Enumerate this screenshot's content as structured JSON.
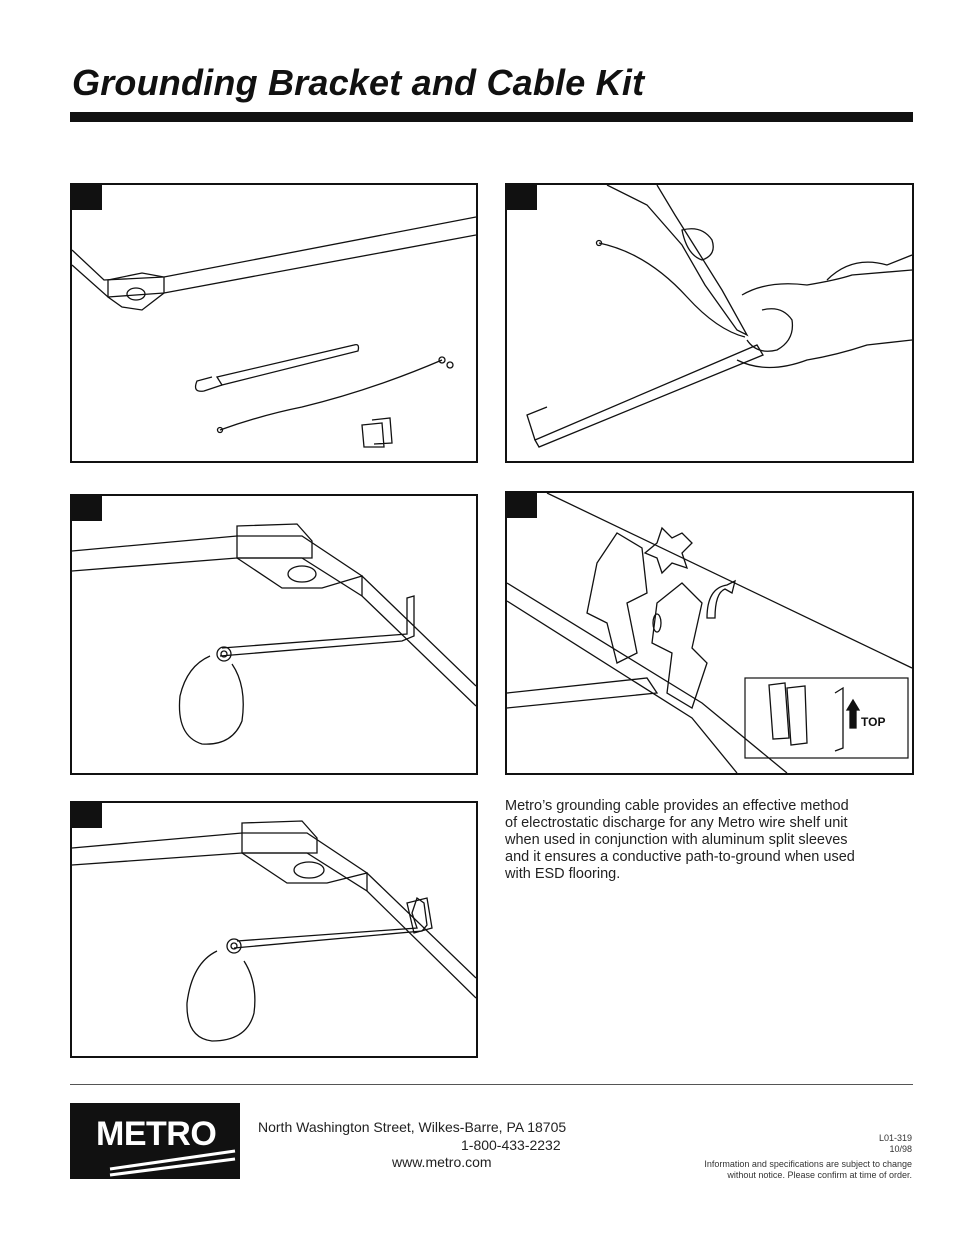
{
  "title": "Grounding Bracket and Cable Kit",
  "description": [
    "Metro’s grounding cable provides an effective method",
    "of electrostatic discharge for any Metro wire shelf unit",
    "when used in conjunction with aluminum split sleeves",
    "and it ensures a conductive path-to-ground when used",
    "with ESD flooring."
  ],
  "panels": {
    "top_label": "TOP"
  },
  "footer": {
    "logo": "METRO",
    "address": "North Washington Street, Wilkes-Barre, PA 18705",
    "phone": "1-800-433-2232",
    "website": "www.metro.com",
    "doc_number": "L01-319",
    "doc_date": "10/98",
    "disclaimer": [
      "Information and specifications are subject to change",
      "without notice. Please confirm at time of order."
    ]
  }
}
